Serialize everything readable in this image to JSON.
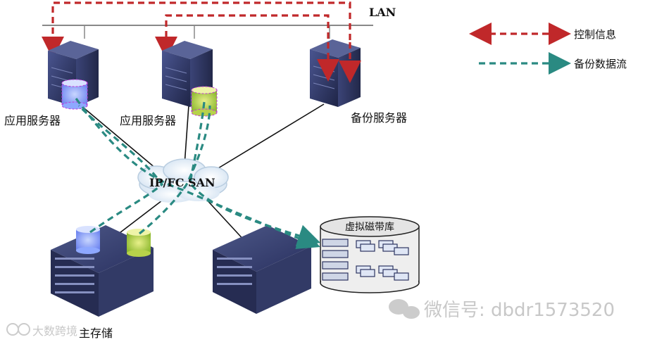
{
  "network": {
    "lan_label": "LAN",
    "san_label": "IP/FC SAN"
  },
  "servers": [
    {
      "label": "应用服务器"
    },
    {
      "label": "应用服务器"
    },
    {
      "label": "备份服务器"
    }
  ],
  "storage": {
    "primary_label": "主存储",
    "vtl_label": "虚拟磁带库"
  },
  "legend": {
    "control": {
      "label": "控制信息",
      "color": "#c0282a"
    },
    "backup": {
      "label": "备份数据流",
      "color": "#2a8a82"
    }
  },
  "watermark": {
    "account": "微信号: dbdr1573520",
    "corner": "大数跨境"
  },
  "colors": {
    "server": "#2d3561",
    "volume_a": "#8ea8ff",
    "volume_b": "#b7d24a"
  }
}
